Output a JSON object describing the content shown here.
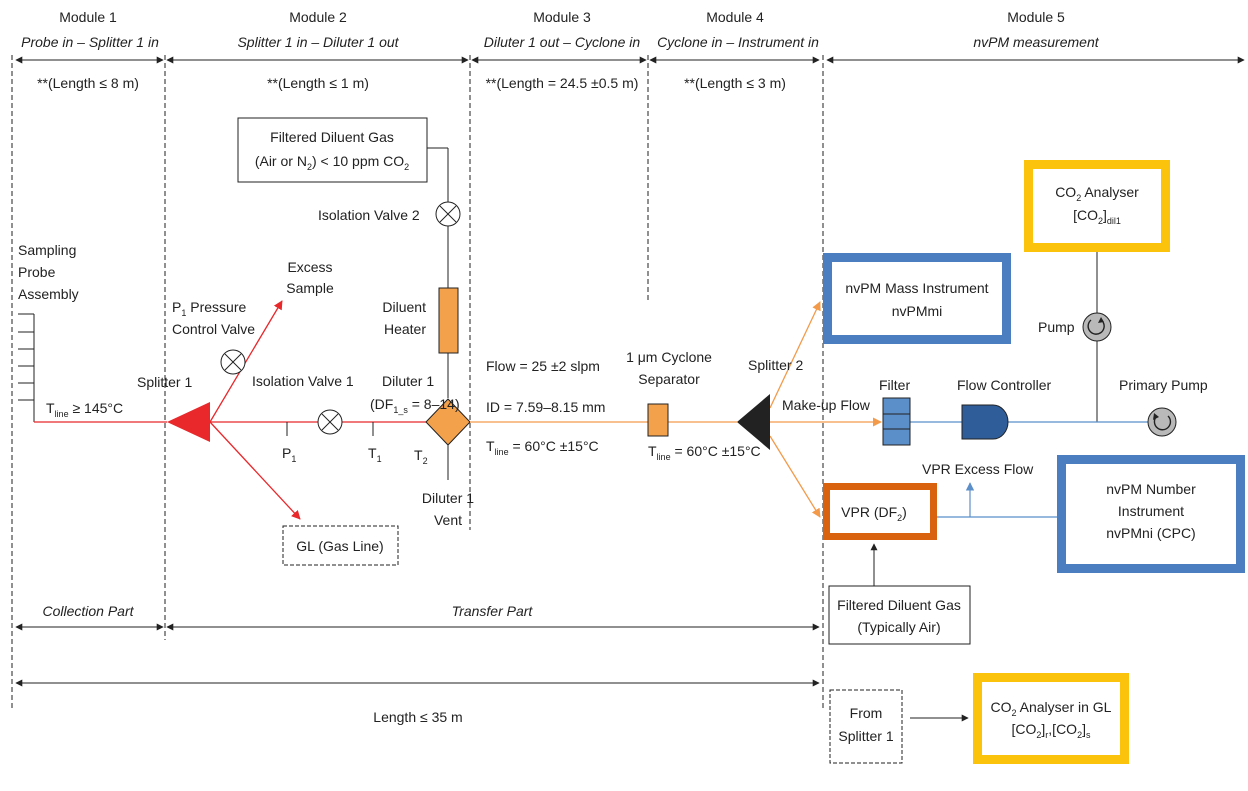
{
  "modules": [
    {
      "title": "Module 1",
      "subtitle": "Probe in – Splitter 1 in",
      "length": "**(Length ≤ 8 m)"
    },
    {
      "title": "Module 2",
      "subtitle": "Splitter 1 in – Diluter 1 out",
      "length": "**(Length ≤ 1 m)"
    },
    {
      "title": "Module 3",
      "subtitle": "Diluter 1 out – Cyclone in",
      "length": "**(Length = 24.5 ±0.5 m)"
    },
    {
      "title": "Module 4",
      "subtitle": "Cyclone in – Instrument in",
      "length": "**(Length ≤ 3 m)"
    },
    {
      "title": "Module 5",
      "subtitle": "nvPM measurement",
      "length": ""
    }
  ],
  "labels": {
    "sampling_probe": [
      "Sampling",
      "Probe",
      "Assembly"
    ],
    "tline_1_pre": "T",
    "tline_1_sub": "line",
    "tline_1_post": " ≥ 145°C",
    "splitter1": "Splitter 1",
    "pcv_p": "P",
    "pcv_sub": "1",
    "pcv_rest": " Pressure",
    "pcv_line2": "Control Valve",
    "excess_sample": [
      "Excess",
      "Sample"
    ],
    "gas_line_box": "GL (Gas Line)",
    "isolation_valve_1": "Isolation Valve 1",
    "isolation_valve_2": "Isolation Valve 2",
    "p1_main": "P",
    "p1_sub": "1",
    "t1_main": "T",
    "t1_sub": "1",
    "t2_main": "T",
    "t2_sub": "2",
    "diluent_gas_line1": "Filtered Diluent Gas",
    "diluent_gas_line2_a": "(Air or N",
    "diluent_gas_line2_sub": "2",
    "diluent_gas_line2_b": ") < 10 ppm CO",
    "diluent_gas_line2_sub2": "2",
    "diluent_heater": [
      "Diluent",
      "Heater"
    ],
    "diluter1": "Diluter 1",
    "df1_a": "(DF",
    "df1_sub": "1_s",
    "df1_b": " = 8–14)",
    "diluter1_vent": [
      "Diluter 1",
      "Vent"
    ],
    "flow": "Flow = 25 ±2 slpm",
    "id": "ID = 7.59–8.15 mm",
    "tline_3_pre": "T",
    "tline_3_sub": "line",
    "tline_3_post": " = 60°C ±15°C",
    "cyclone": [
      "1 μm Cyclone",
      "Separator"
    ],
    "tline_4_pre": "T",
    "tline_4_sub": "line",
    "tline_4_post": " = 60°C ±15°C",
    "splitter2": "Splitter 2",
    "makeup_flow": "Make-up Flow",
    "mass_instrument": [
      "nvPM Mass Instrument",
      "nvPMmi"
    ],
    "co2_analyser_a": "CO",
    "co2_analyser_sub": "2",
    "co2_analyser_b": " Analyser",
    "co2_dil_a": "[CO",
    "co2_dil_sub": "2",
    "co2_dil_b": "]",
    "co2_dil_sub2": "dil1",
    "pump": "Pump",
    "filter": "Filter",
    "flow_controller": "Flow Controller",
    "primary_pump": "Primary Pump",
    "vpr_excess_flow": "VPR Excess Flow",
    "vpr_a": "VPR (DF",
    "vpr_sub": "2",
    "vpr_b": ")",
    "number_instrument": [
      "nvPM Number",
      "Instrument",
      "nvPMni (CPC)"
    ],
    "filtered_diluent_air": [
      "Filtered Diluent Gas",
      "(Typically Air)"
    ],
    "collection_part": "Collection Part",
    "transfer_part": "Transfer Part",
    "total_length": "Length ≤ 35 m",
    "from_splitter": [
      "From",
      "Splitter 1"
    ],
    "co2_gl_a": "CO",
    "co2_gl_sub": "2",
    "co2_gl_b": " Analyser in GL",
    "co2_gl2_a": "[CO",
    "co2_gl2_sub": "2",
    "co2_gl2_b": "]",
    "co2_gl2_sub2": "r",
    "co2_gl2_c": ",[CO",
    "co2_gl2_sub3": "2",
    "co2_gl2_d": "]",
    "co2_gl2_sub4": "s"
  },
  "colors": {
    "red_line": "#e8282b",
    "orange_line": "#f39a4a",
    "orange_fill": "#f4a14c",
    "blue_line": "#5b8fc9",
    "blue_box": "#4a7ec0",
    "yellow_box": "#fcc30c",
    "dark_red_box": "#d9620e",
    "black": "#222222"
  },
  "icons": [
    "valve-icon",
    "pump-icon",
    "diluter-diamond-icon",
    "splitter-triangle-icon",
    "cyclone-icon",
    "filter-icon",
    "flow-controller-icon"
  ]
}
